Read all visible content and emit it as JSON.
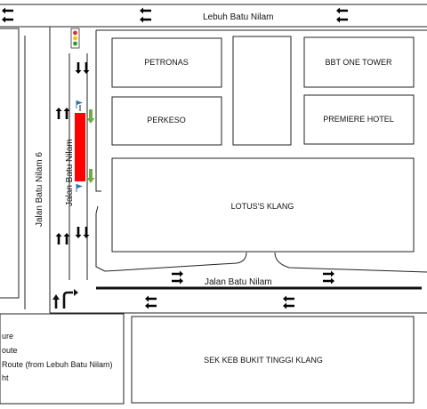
{
  "roads": {
    "top": "Lebuh Batu Nilam",
    "left": "Jalan Batu Nilam 6",
    "middle": "Jalan Batu Nilam",
    "bottom": "Jalan Batu Nilam"
  },
  "buildings": {
    "petronas": "PETRONAS",
    "bbt": "BBT ONE TOWER",
    "perkeso": "PERKESO",
    "premiere": "PREMIERE HOTEL",
    "lotus": "LOTUS'S KLANG",
    "school": "SEK KEB BUKIT TINGGI KLANG"
  },
  "legend": {
    "items": [
      "ure",
      "oute",
      "Route (from Lebuh Batu Nilam)",
      "ht"
    ]
  },
  "colors": {
    "closure": "#ff0000",
    "route_arrow": "#70ad47",
    "flag": "#2e75b6",
    "light_red": "#e03020",
    "light_yellow": "#ffc000",
    "light_green": "#2e9a2e"
  },
  "icons": [
    "arrow-left-icon",
    "arrow-right-icon",
    "arrow-up-icon",
    "arrow-down-icon",
    "u-turn-icon",
    "flag-icon",
    "traffic-light-icon"
  ]
}
